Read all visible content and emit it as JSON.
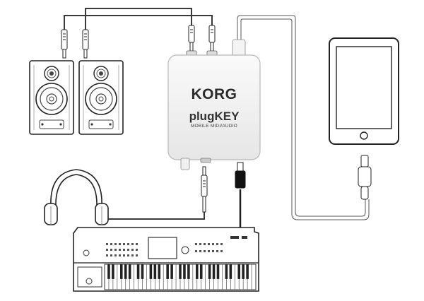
{
  "device": {
    "brand": "KORG",
    "product": "plugKEY",
    "subtitle": "MOBILE MIDI/AUDIO"
  },
  "icons": [
    "speaker-icon",
    "headphones-icon",
    "tablet-icon",
    "keyboard-icon",
    "lightning-connector-icon",
    "audio-plug-icon",
    "midi-plug-icon"
  ],
  "colors": {
    "cable": "#3a3a3a",
    "device_body": "#f2f2f2",
    "outline": "#222222"
  }
}
